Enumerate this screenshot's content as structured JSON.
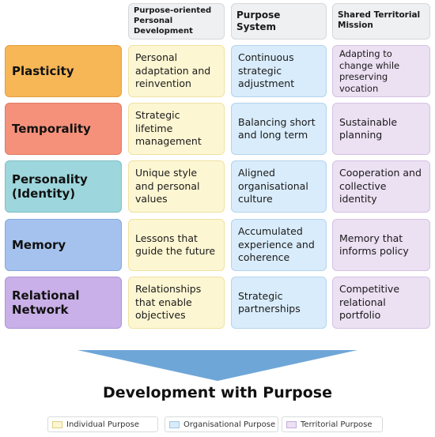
{
  "headers": {
    "individual": "Purpose-oriented Personal Development",
    "organisational": "Purpose System",
    "territorial": "Shared Territorial Mission"
  },
  "rows": [
    {
      "label": "Plasticity",
      "color": "#f7b757",
      "individual": "Personal adaptation and reinvention",
      "organisational": "Continuous strategic adjustment",
      "territorial": "Adapting to change while preserving vocation"
    },
    {
      "label": "Temporality",
      "color": "#f5917a",
      "individual": "Strategic lifetime management",
      "organisational": "Balancing short and long term",
      "territorial": "Sustainable planning"
    },
    {
      "label": "Personality (Identity)",
      "color": "#9dd6dc",
      "individual": "Unique style and personal values",
      "organisational": "Aligned organisational culture",
      "territorial": "Cooperation and collective identity"
    },
    {
      "label": "Memory",
      "color": "#a5c2ef",
      "individual": "Lessons that guide the future",
      "organisational": "Accumulated experience and coherence",
      "territorial": "Memory that informs policy"
    },
    {
      "label": "Relational Network",
      "color": "#c9b0e8",
      "individual": "Relationships that enable objectives",
      "organisational": "Strategic partnerships",
      "territorial": "Competitive relational portfolio"
    }
  ],
  "title": "Development with Purpose",
  "legend": {
    "individual": "Individual Purpose",
    "organisational": "Organisational Purpose",
    "territorial": "Territorial Purpose"
  },
  "colors": {
    "individual": "#fdf6d2",
    "organisational": "#d9ecfb",
    "territorial": "#ece0f3",
    "arrow": "#6fa6d8"
  }
}
